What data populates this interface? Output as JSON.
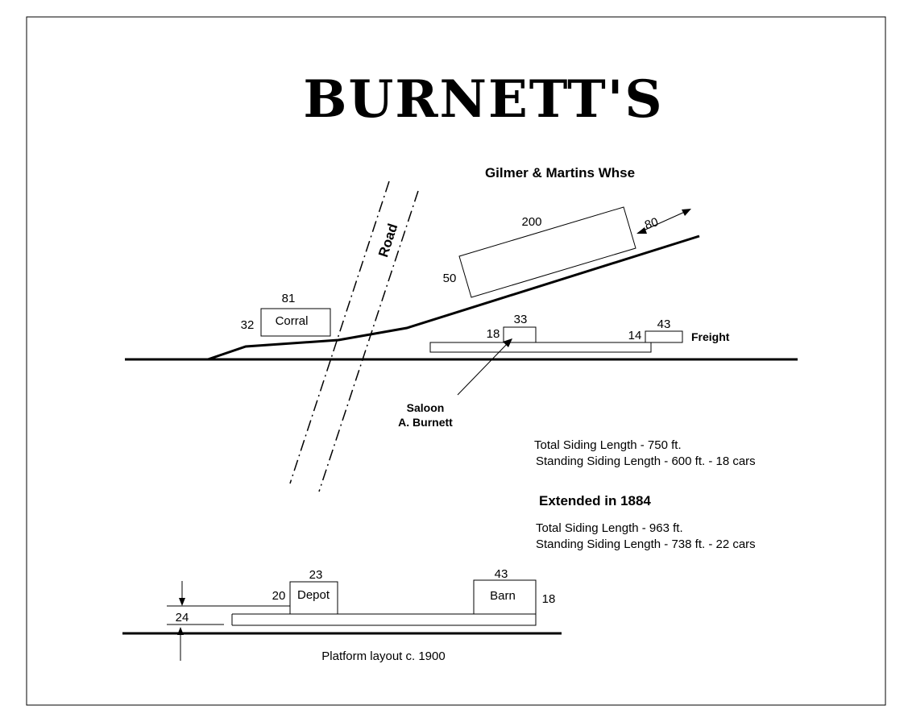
{
  "title": "BURNETT'S",
  "upper_layout": {
    "warehouse": {
      "label": "Gilmer & Martins Whse",
      "length": "200",
      "width": "50",
      "offset": "80"
    },
    "road_label": "Road",
    "corral": {
      "label": "Corral",
      "length": "81",
      "width": "32"
    },
    "saloon": {
      "length": "33",
      "width": "18",
      "label_line1": "Saloon",
      "label_line2": "A. Burnett"
    },
    "freight": {
      "label": "Freight",
      "length": "43",
      "width": "14"
    }
  },
  "siding_original": {
    "total": "Total Siding Length - 750 ft.",
    "standing": "Standing Siding Length - 600 ft. - 18 cars"
  },
  "extension": {
    "heading": "Extended in 1884",
    "total": "Total Siding Length - 963 ft.",
    "standing": "Standing Siding Length - 738 ft. - 22 cars"
  },
  "platform_layout": {
    "caption": "Platform layout c. 1900",
    "depot": {
      "label": "Depot",
      "length": "23",
      "width": "20"
    },
    "barn": {
      "label": "Barn",
      "length": "43",
      "width": "18"
    },
    "offset": "24"
  }
}
